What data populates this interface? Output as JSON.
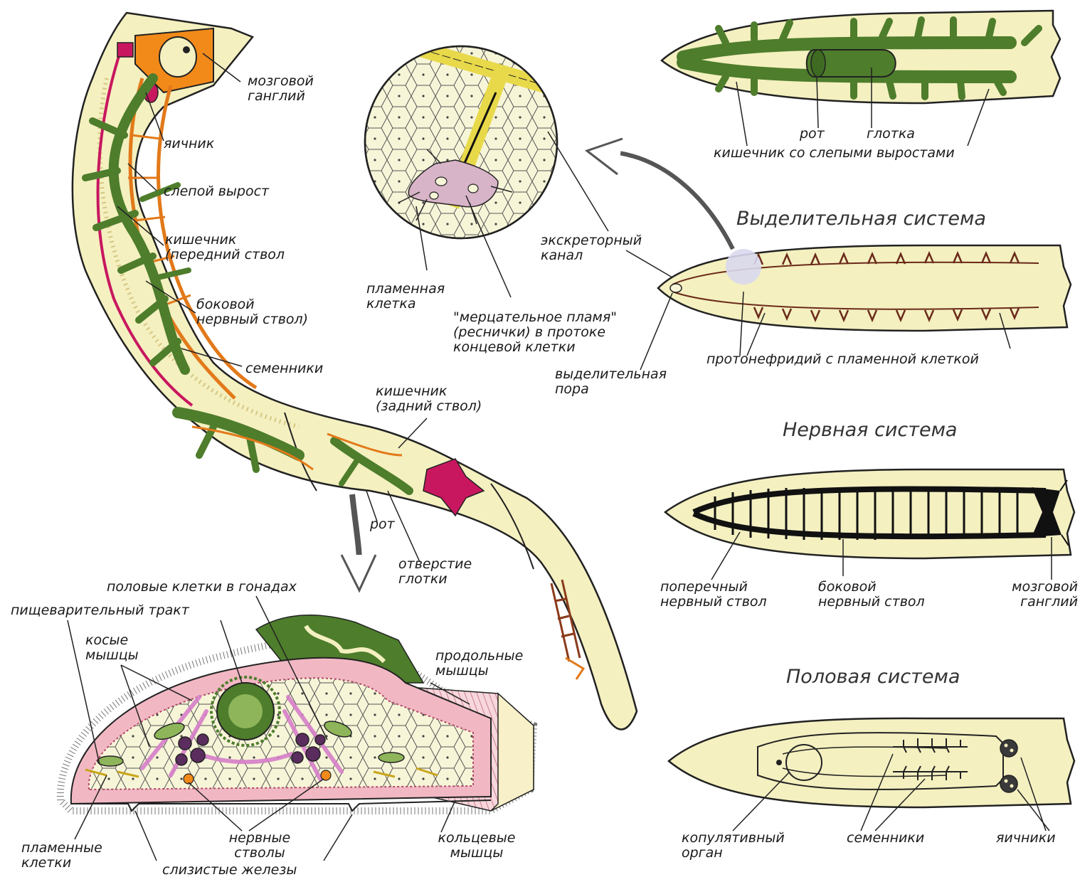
{
  "colors": {
    "body_fill": "#f4f0c0",
    "intestine": "#4e7d2c",
    "nerve": "#e2791a",
    "gonad": "#c8175f",
    "muscle_pink": "#f1b8c3",
    "outline": "#1c1c1c"
  },
  "headings": {
    "excretory": "Выделительная система",
    "nervous": "Нервная система",
    "reproductive": "Половая система"
  },
  "worm": {
    "brain_ganglion": "мозговой\nганглий",
    "ovary": "яичник",
    "blind_outgrowth": "слепой вырост",
    "intestine_front": "кишечник\n(передний ствол",
    "lateral_nerve_cord": "боковой\nнервный ствол)",
    "testes": "семенники",
    "intestine_back": "кишечник\n(задний ствол)",
    "mouth": "рот",
    "pharynx_opening": "отверстие\nглотки"
  },
  "flame_cell_detail": {
    "flame_cell": "пламенная\nклетка",
    "ciliary_flame": "\"мерцательное пламя\"\n(реснички) в протоке\nконцевой клетки",
    "excretory_canal": "экскреторный\nканал",
    "excretory_pore": "выделительная\nпора"
  },
  "digestive": {
    "mouth": "рот",
    "pharynx": "глотка",
    "intestine": "кишечник со слепыми выростами"
  },
  "excretory": {
    "protonephridium": "протонефридий с пламенной клеткой"
  },
  "nervous": {
    "transverse": "поперечный\nнервный ствол",
    "lateral": "боковой\nнервный ствол",
    "ganglion": "мозговой\nганглий"
  },
  "reproductive": {
    "copulatory_organ": "копулятивный\nорган",
    "testes": "семенники",
    "ovaries": "яичники"
  },
  "cross_section": {
    "germ_cells": "половые клетки в гонадах",
    "digestive_tract": "пищеварительный тракт",
    "oblique_muscles": "косые\nмышцы",
    "longitudinal_muscles": "продольные\nмышцы",
    "flame_cells": "пламенные\nклетки",
    "nerve_trunks": "нервные\nстволы",
    "mucous_glands": "слизистые железы",
    "circular_muscles": "кольцевые\nмышцы"
  }
}
